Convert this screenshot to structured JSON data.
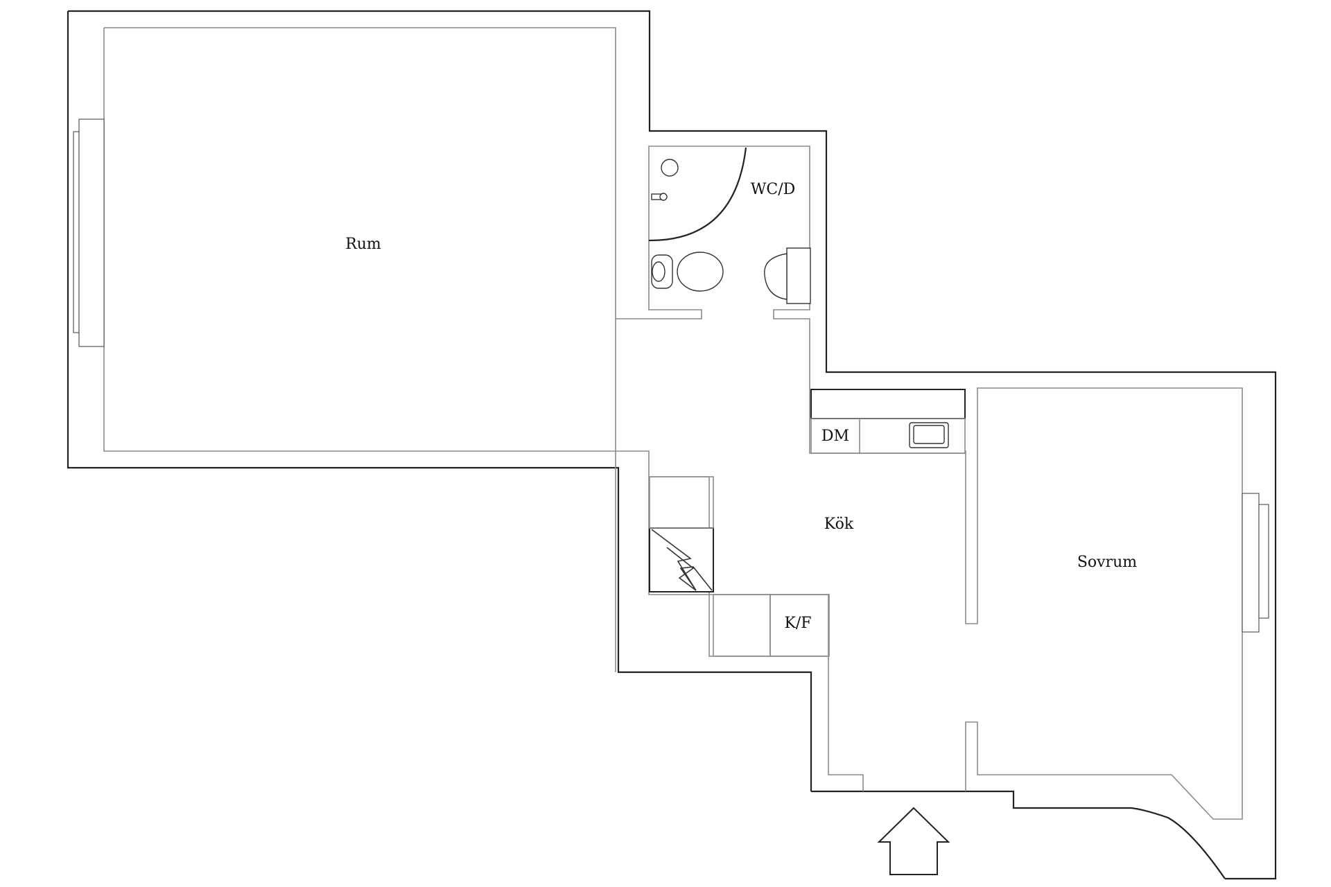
{
  "rooms": {
    "rum": "Rum",
    "wc": "WC/D",
    "kok": "Kök",
    "sovrum": "Sovrum",
    "dm": "DM",
    "kf": "K/F"
  },
  "icons": {
    "entrance": "entrance-arrow-icon",
    "toilet": "toilet-icon",
    "sink": "washbasin-icon",
    "shower": "shower-icon",
    "kitchen_sink": "kitchen-sink-icon",
    "stove": "stove-icon"
  },
  "colors": {
    "outer_wall": "#222222",
    "inner_wall": "#8a8a8a",
    "background": "#ffffff"
  }
}
